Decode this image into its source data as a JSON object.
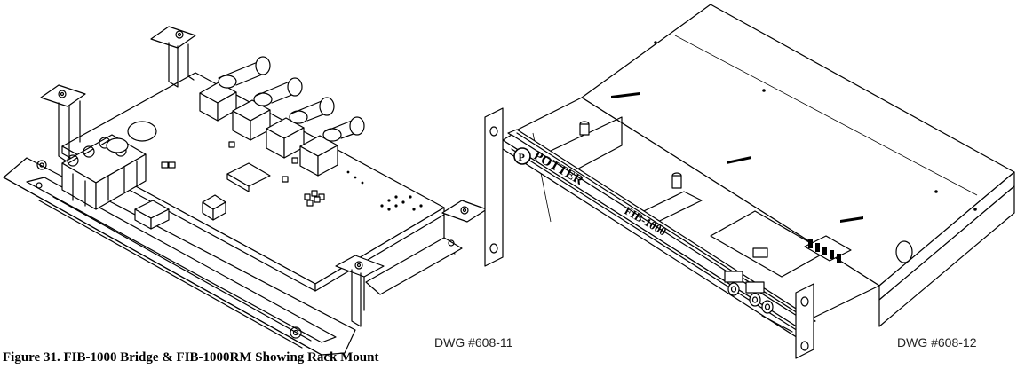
{
  "figure": {
    "caption": "Figure 31. FIB-1000 Bridge & FIB-1000RM Showing Rack Mount",
    "left_drawing_number": "DWG #608-11",
    "right_drawing_number": "DWG #608-12"
  },
  "rack_unit": {
    "brand_text": "POTTER",
    "model_text": "FIB-1000"
  }
}
